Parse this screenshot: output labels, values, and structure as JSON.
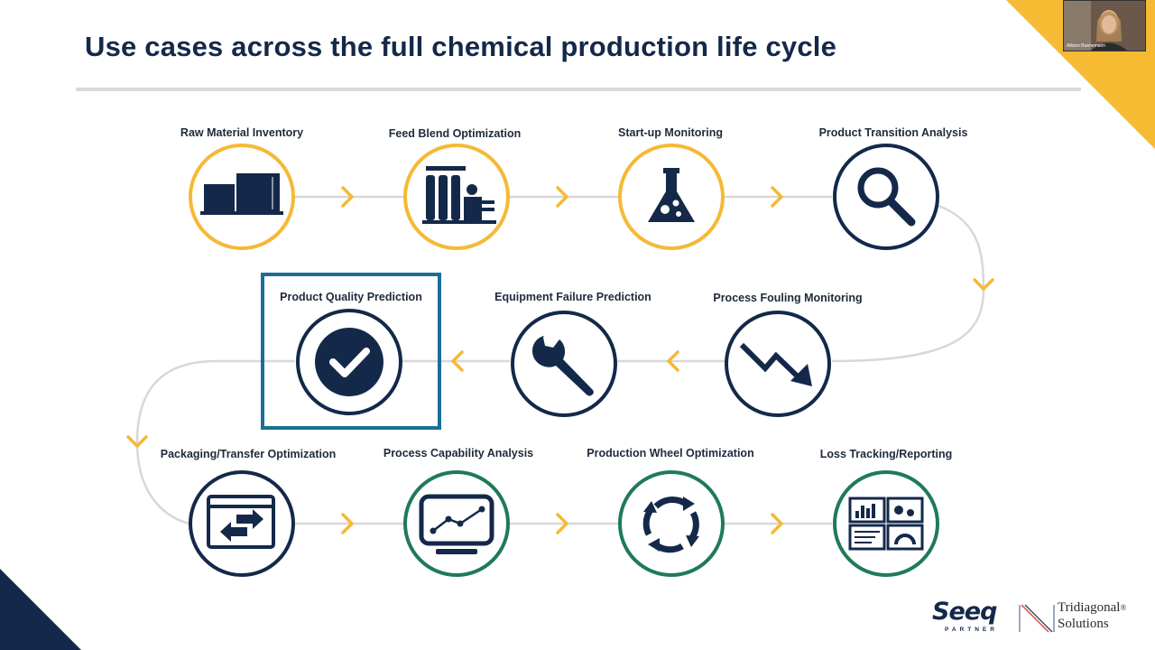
{
  "slide": {
    "title": "Use cases across the full chemical production life cycle"
  },
  "webcam": {
    "participant_name": "Allison Buenemann"
  },
  "steps": [
    {
      "label": "Raw Material Inventory",
      "icon": "storage-tanks-icon"
    },
    {
      "label": "Feed Blend Optimization",
      "icon": "process-columns-icon"
    },
    {
      "label": "Start-up Monitoring",
      "icon": "flask-icon"
    },
    {
      "label": "Product Transition Analysis",
      "icon": "magnifier-icon"
    },
    {
      "label": "Process Fouling Monitoring",
      "icon": "trend-down-icon"
    },
    {
      "label": "Equipment Failure Prediction",
      "icon": "wrench-icon"
    },
    {
      "label": "Product Quality Prediction",
      "icon": "checkmark-icon",
      "highlighted": true
    },
    {
      "label": "Packaging/Transfer Optimization",
      "icon": "transfer-arrows-icon"
    },
    {
      "label": "Process Capability Analysis",
      "icon": "monitor-chart-icon"
    },
    {
      "label": "Production Wheel Optimization",
      "icon": "cycle-arrows-icon"
    },
    {
      "label": "Loss Tracking/Reporting",
      "icon": "dashboard-icon"
    }
  ],
  "logos": {
    "seeq_word": "Seeq",
    "seeq_sub": "PARTNER",
    "tri_line1": "Tridiagonal",
    "tri_line2": "Solutions",
    "tri_reg": "®"
  },
  "colors": {
    "navy": "#14294a",
    "gold": "#f5b935",
    "green": "#1f7a5a",
    "highlight": "#1b6f97",
    "connector": "#d8d8d8"
  }
}
